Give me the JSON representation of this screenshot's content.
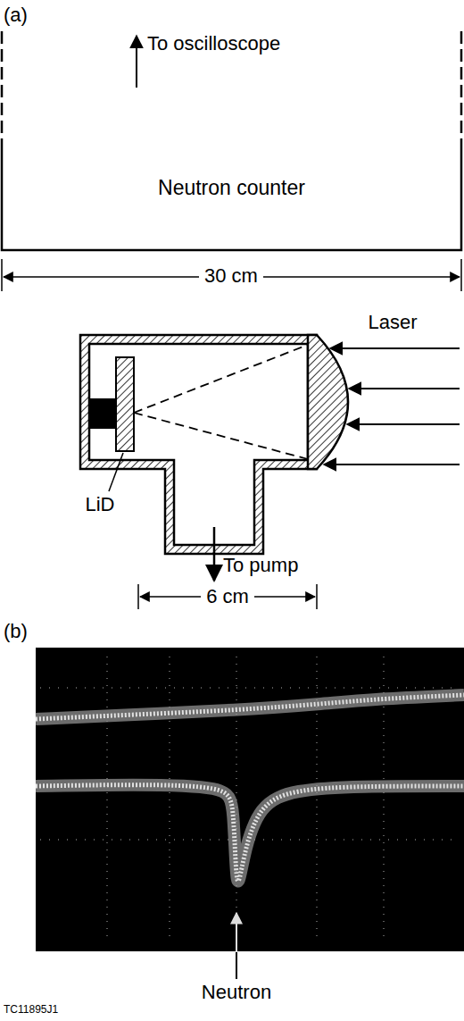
{
  "diagram": {
    "nodes": [
      {
        "text": [
          "Neutron counter"
        ]
      }
    ],
    "labels": [
      "(a)",
      "To oscilloscope",
      "30 cm",
      "Laser",
      "LiD",
      "To pump",
      "6 cm",
      "(b)",
      "Neutron",
      "TC11895J1"
    ]
  }
}
